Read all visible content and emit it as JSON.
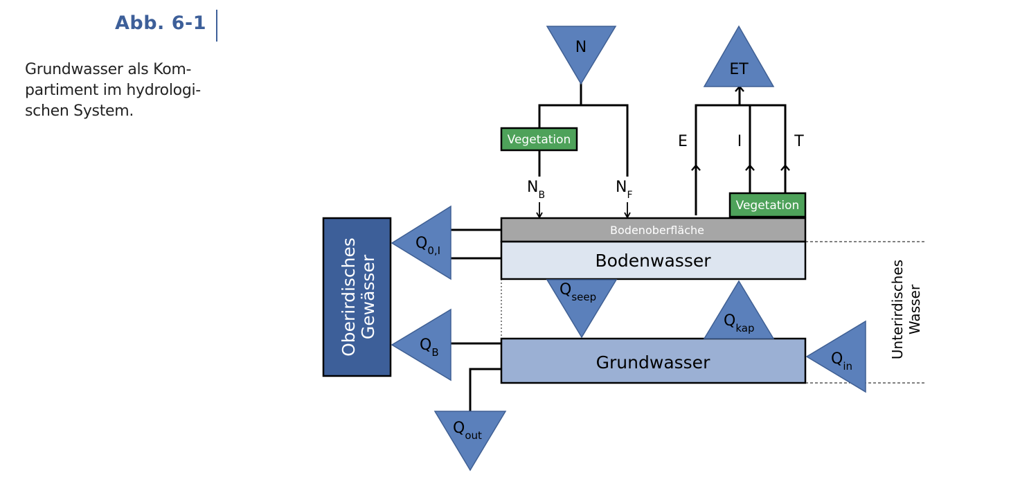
{
  "figure": {
    "label": "Abb. 6-1",
    "caption_lines": [
      "Grundwasser als Kom-",
      "partiment im hydrologi-",
      "schen System."
    ]
  },
  "diagram": {
    "precipitation": "N",
    "evapotranspiration": "ET",
    "vegetation_canopy": "Vegetation",
    "vegetation_soil": "Vegetation",
    "flux_N_B": {
      "main": "N",
      "sub": "B"
    },
    "flux_N_F": {
      "main": "N",
      "sub": "F"
    },
    "flux_E": "E",
    "flux_I": "I",
    "flux_T": "T",
    "soil_surface": "Bodenoberfläche",
    "soil_water": "Bodenwasser",
    "groundwater": "Grundwasser",
    "surface_water_line1": "Oberirdisches",
    "surface_water_line2": "Gewässer",
    "subsurface_line1": "Unterirdisches",
    "subsurface_line2": "Wasser",
    "q_ol": {
      "main": "Q",
      "sub": "0,I"
    },
    "q_b": {
      "main": "Q",
      "sub": "B"
    },
    "q_out": {
      "main": "Q",
      "sub": "out"
    },
    "q_seep": {
      "main": "Q",
      "sub": "seep"
    },
    "q_kap": {
      "main": "Q",
      "sub": "kap"
    },
    "q_in": {
      "main": "Q",
      "sub": "in"
    },
    "colors": {
      "triangle_fill": "#5b80bb",
      "triangle_stroke": "#3f5f93",
      "vegetation": "#4ea25a",
      "soil_surface": "#a6a6a6",
      "soil_water": "#dde5f0",
      "groundwater": "#9bb0d4",
      "surface_water": "#3d5f99",
      "accent": "#3d5f99"
    }
  }
}
